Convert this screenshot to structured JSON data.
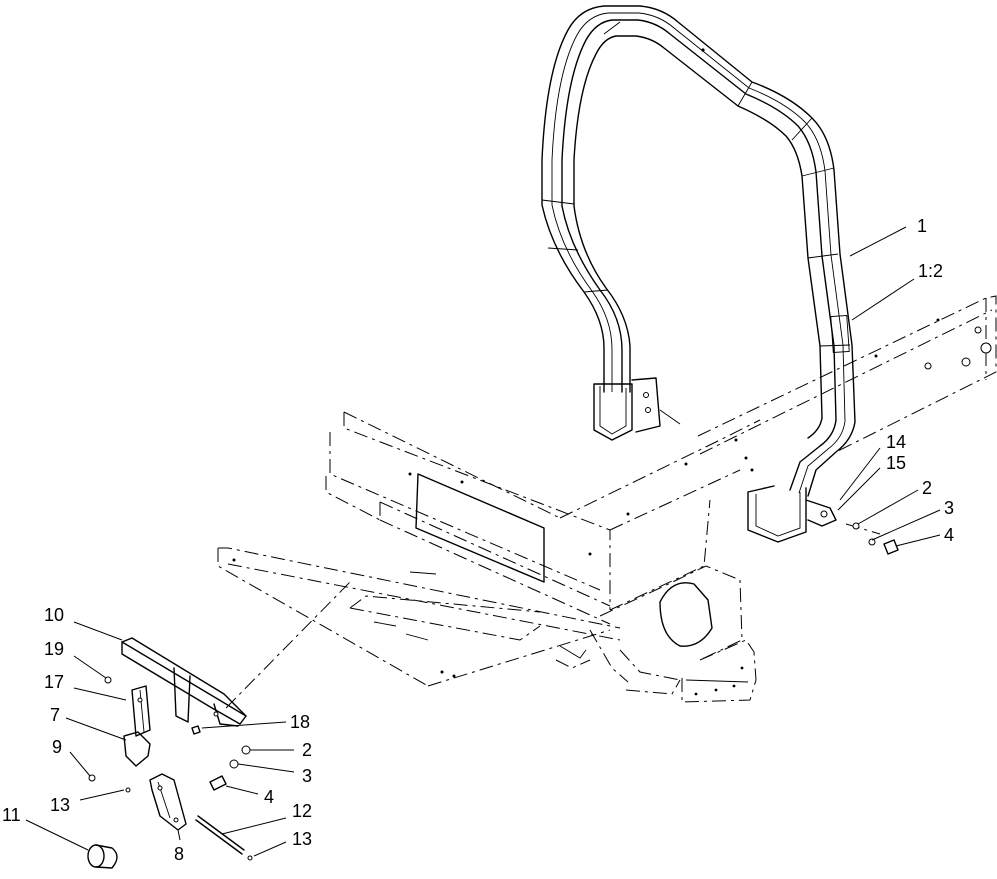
{
  "callouts": [
    {
      "id": "c-1",
      "label": "1"
    },
    {
      "id": "c-1-2",
      "label": "1:2"
    },
    {
      "id": "c-14",
      "label": "14"
    },
    {
      "id": "c-15",
      "label": "15"
    },
    {
      "id": "c-2a",
      "label": "2"
    },
    {
      "id": "c-3a",
      "label": "3"
    },
    {
      "id": "c-4a",
      "label": "4"
    },
    {
      "id": "c-10",
      "label": "10"
    },
    {
      "id": "c-19",
      "label": "19"
    },
    {
      "id": "c-17",
      "label": "17"
    },
    {
      "id": "c-7",
      "label": "7"
    },
    {
      "id": "c-9",
      "label": "9"
    },
    {
      "id": "c-18",
      "label": "18"
    },
    {
      "id": "c-2b",
      "label": "2"
    },
    {
      "id": "c-3b",
      "label": "3"
    },
    {
      "id": "c-4b",
      "label": "4"
    },
    {
      "id": "c-13a",
      "label": "13"
    },
    {
      "id": "c-12",
      "label": "12"
    },
    {
      "id": "c-11",
      "label": "11"
    },
    {
      "id": "c-8",
      "label": "8"
    },
    {
      "id": "c-13b",
      "label": "13"
    }
  ]
}
